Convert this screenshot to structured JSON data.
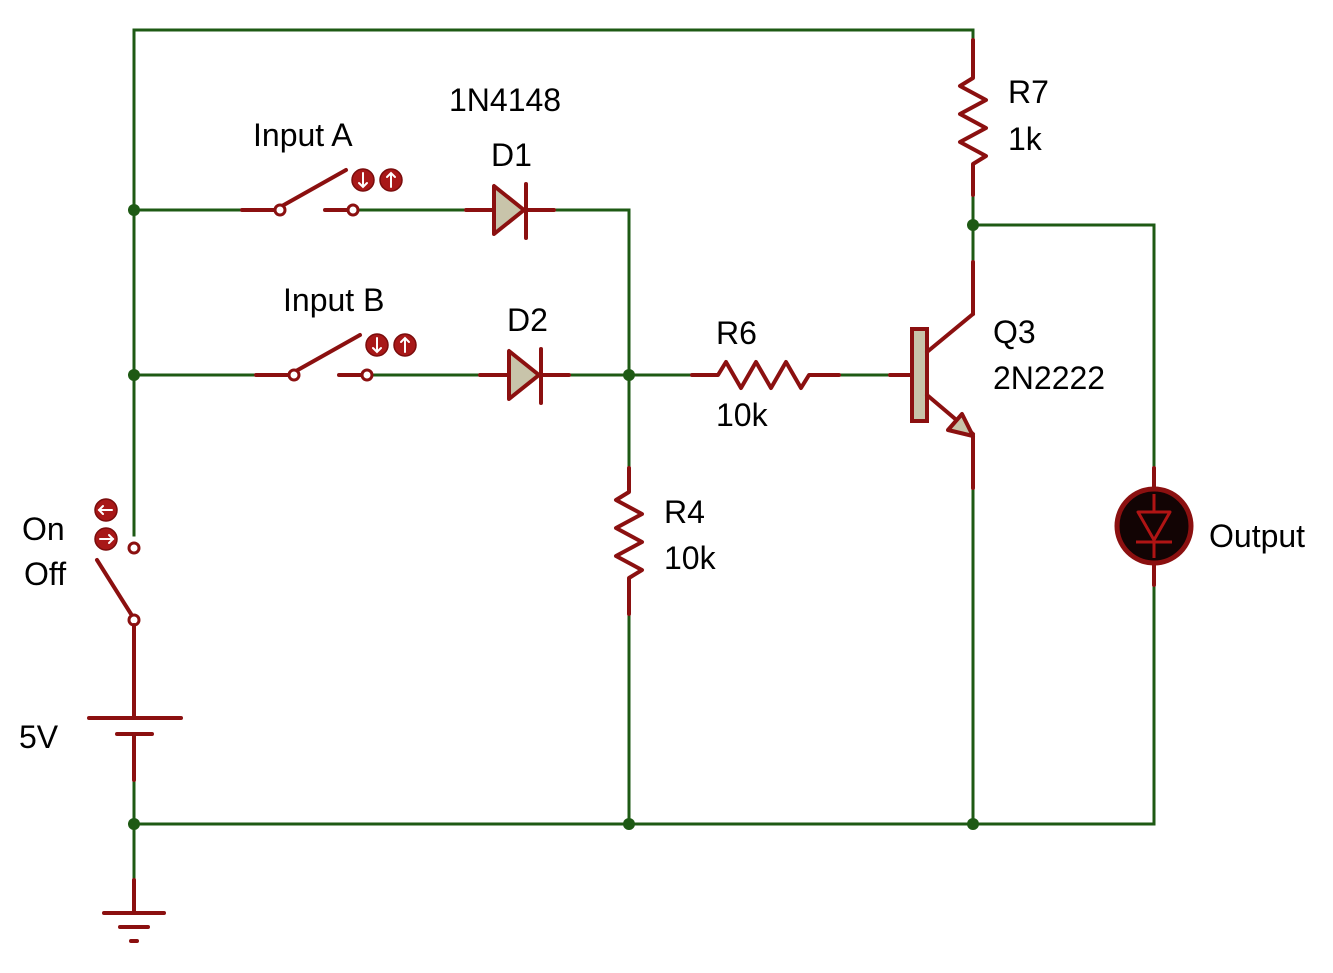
{
  "components": {
    "input_a": {
      "label": "Input A"
    },
    "input_b": {
      "label": "Input B"
    },
    "d1": {
      "ref": "D1",
      "value": "1N4148"
    },
    "d2": {
      "ref": "D2"
    },
    "r4": {
      "ref": "R4",
      "value": "10k"
    },
    "r6": {
      "ref": "R6",
      "value": "10k"
    },
    "r7": {
      "ref": "R7",
      "value": "1k"
    },
    "q3": {
      "ref": "Q3",
      "value": "2N2222"
    },
    "power_switch": {
      "on_label": "On",
      "off_label": "Off"
    },
    "battery": {
      "value": "5V"
    },
    "led": {
      "label": "Output"
    }
  },
  "colors": {
    "wire": "#1e5a14",
    "component": "#8b1010",
    "button": "#a81818",
    "diode_fill": "#c8c4aa",
    "text": "#000000"
  },
  "icons": [
    "arrow-down-icon",
    "arrow-up-icon",
    "arrow-left-icon",
    "arrow-right-icon",
    "ground-icon"
  ]
}
